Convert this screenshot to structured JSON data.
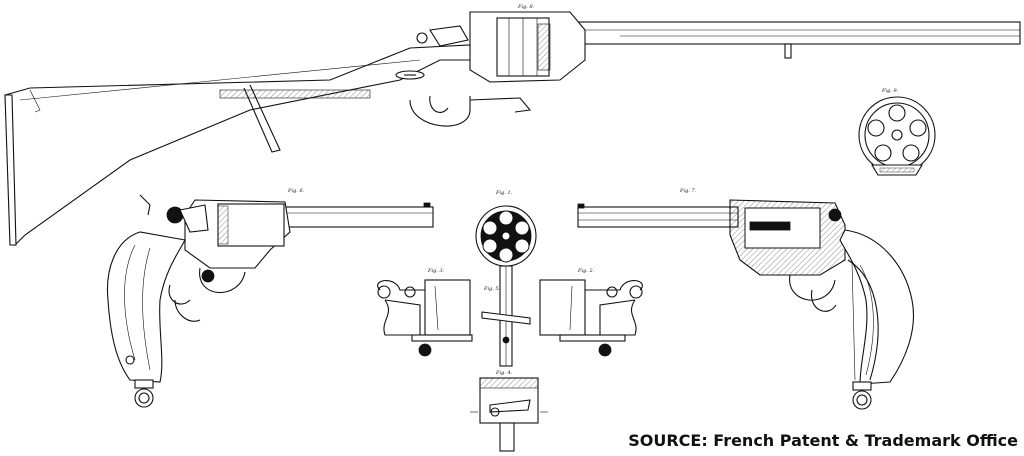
{
  "source_caption": "SOURCE: French Patent & Trademark Office",
  "figures": [
    {
      "id": "rifle",
      "label": "Fig. 8."
    },
    {
      "id": "cylinder-end",
      "label": "Fig. 9."
    },
    {
      "id": "revolver-left",
      "label": "Fig. 6."
    },
    {
      "id": "cylinder-front",
      "label": "Fig. 1."
    },
    {
      "id": "revolver-right",
      "label": "Fig. 7."
    },
    {
      "id": "detail-left",
      "label": "Fig. 3."
    },
    {
      "id": "detail-center",
      "label": "Fig. 5."
    },
    {
      "id": "detail-right",
      "label": "Fig. 2."
    },
    {
      "id": "detail-bottom",
      "label": "Fig. 4."
    }
  ]
}
